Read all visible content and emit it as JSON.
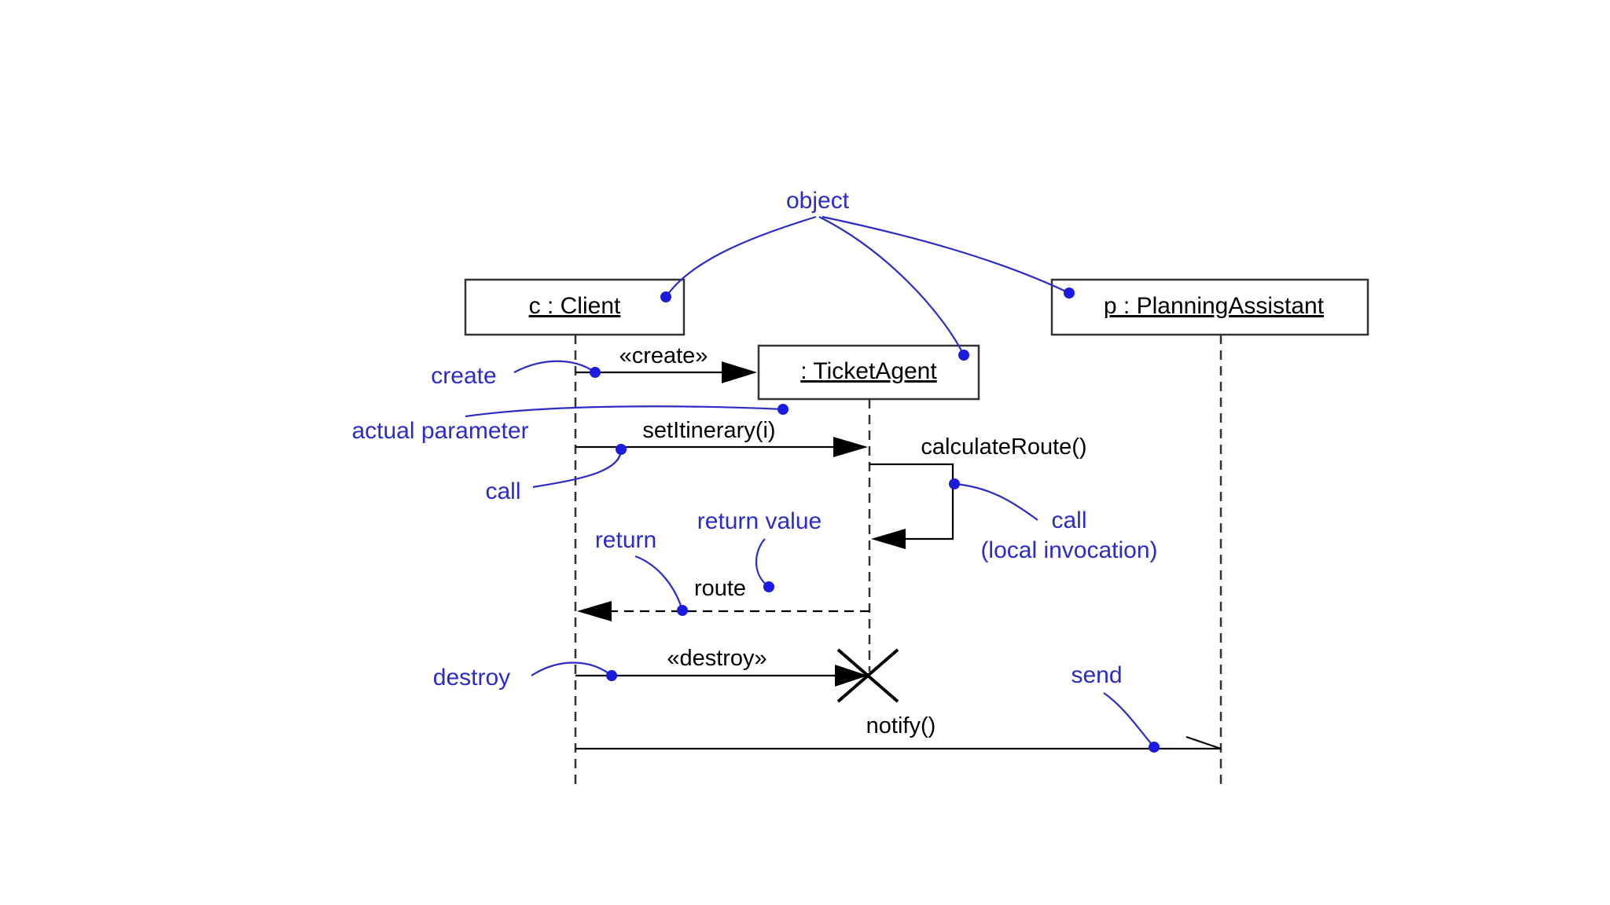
{
  "objects": {
    "client": "c : Client",
    "ticket_agent": ": TicketAgent",
    "planning_assistant": "p : PlanningAssistant"
  },
  "messages": {
    "create": "«create»",
    "set_itinerary": "setItinerary(i)",
    "calculate_route": "calculateRoute()",
    "route": "route",
    "destroy": "«destroy»",
    "notify": "notify()"
  },
  "annotations": {
    "object": "object",
    "create": "create",
    "actual_parameter": "actual parameter",
    "call": "call",
    "call_local_1": "call",
    "call_local_2": "(local invocation)",
    "return_value": "return value",
    "return": "return",
    "destroy": "destroy",
    "send": "send"
  },
  "colors": {
    "annotation": "#2b2bc8",
    "dot": "#1a1ae0"
  }
}
